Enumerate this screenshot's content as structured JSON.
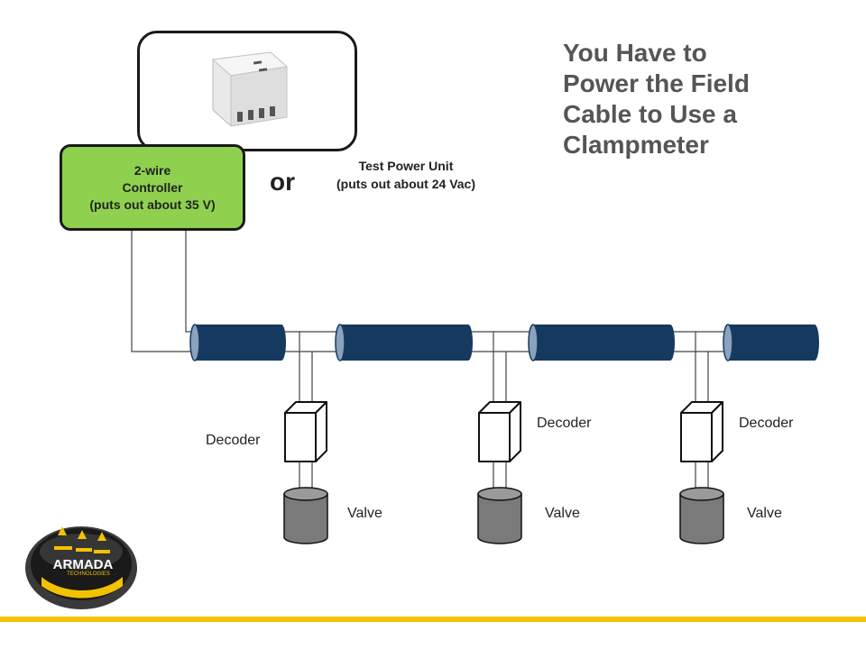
{
  "title": {
    "lines": [
      "You Have to",
      "Power the Field",
      "Cable to Use a",
      "Clampmeter"
    ]
  },
  "controller": {
    "lines": [
      "2-wire",
      "Controller",
      "(puts out about 35 V)"
    ]
  },
  "or_label": "or",
  "test_power_unit": {
    "lines": [
      "Test Power Unit",
      "(puts out about 24 Vac)"
    ]
  },
  "decoder_label": "Decoder",
  "valve_label": "Valve",
  "logo": {
    "name": "ARMADA",
    "sub": "TECHNOLOGIES"
  },
  "colors": {
    "controller_fill": "#8fd14f",
    "cable_fill": "#163a5f",
    "valve_fill": "#7a7a7a",
    "accent_bar": "#f5c400"
  }
}
